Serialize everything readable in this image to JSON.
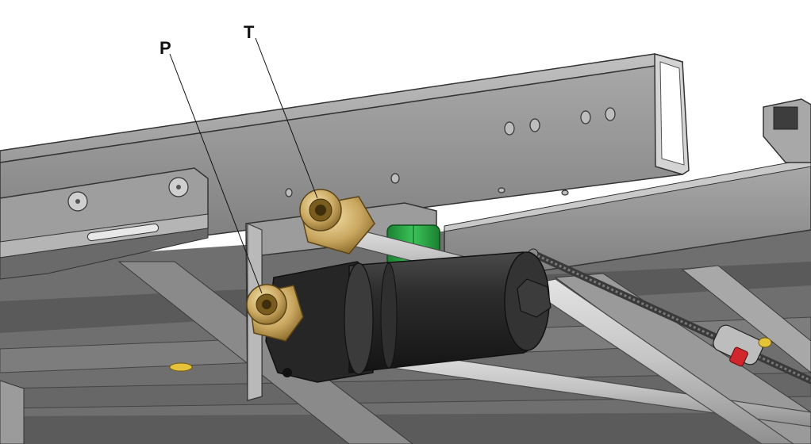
{
  "callouts": [
    {
      "id": "P",
      "label": "P"
    },
    {
      "id": "T",
      "label": "T"
    }
  ],
  "colors": {
    "frame": "#8d8d8d",
    "frame_dark": "#5e5e5e",
    "frame_light": "#b9b9b9",
    "tube": "#c8c8c8",
    "fitting_brass": "#c9a760",
    "clamp_green": "#1f9a3a",
    "filter_body": "#2b2b2b",
    "marker_red": "#d1262b",
    "marker_yellow": "#e6c23a"
  }
}
